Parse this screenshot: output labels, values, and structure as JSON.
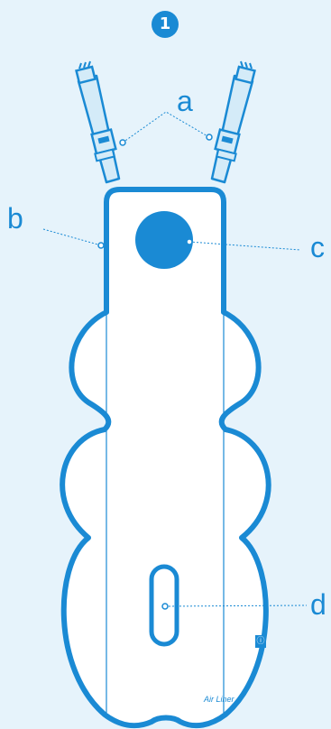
{
  "step": {
    "number": "1"
  },
  "callouts": {
    "a": "a",
    "b": "b",
    "c": "c",
    "d": "d"
  },
  "brand": {
    "logo_text": "Air Liner"
  },
  "colors": {
    "background": "#e6f3fb",
    "accent": "#1a8ad4",
    "pad_fill": "#ffffff",
    "strap_fill": "#d4ebf8"
  },
  "icons": {
    "strap_buckle": "strap-buckle-icon",
    "tag": "product-tag-icon"
  }
}
